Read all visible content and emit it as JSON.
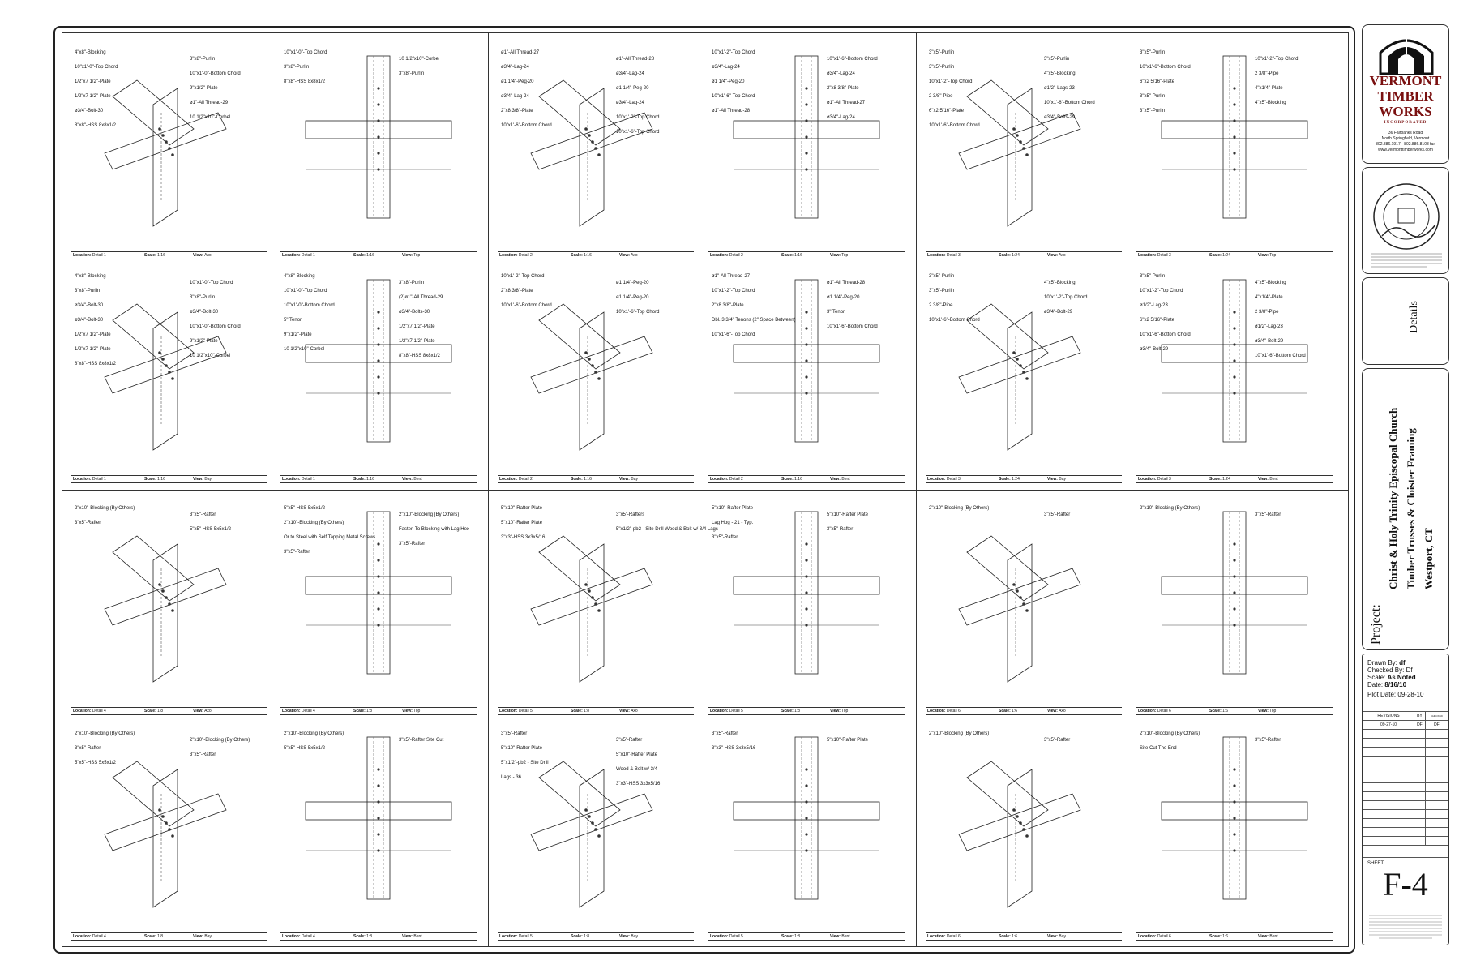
{
  "title_block": {
    "company": {
      "name_line1": "VERMONT",
      "name_line2": "TIMBER",
      "name_line3": "WORKS",
      "name_line4": "INCORPORATED",
      "address_line1": "36 Fairbanks Road",
      "address_line2": "North Springfield, Vermont",
      "phone": "802.886.1917 - 802.886.8108 fax",
      "web": "www.vermonttimberworks.com"
    },
    "sheet_section": "Details",
    "project_label": "Project:",
    "project_name_line1": "Christ & Holy Trinity Episcopal Church",
    "project_name_line2": "Timber Trusses & Cloister Framing",
    "project_location": "Westport, CT",
    "drawn_by_label": "Drawn By:",
    "drawn_by": "df",
    "checked_by_label": "Checked By:",
    "checked_by": "Df",
    "scale_label": "Scale:",
    "scale": "As Noted",
    "date_label": "Date:",
    "date": "8/16/10",
    "plot_date_label": "Plot Date:",
    "plot_date": "09-28-10",
    "revisions_label": "REVISIONS",
    "by_label": "BY",
    "chk_label": "CHECKED",
    "revision_1_date": "09-27-10",
    "revision_1_by": "DF",
    "revision_1_chk": "DF",
    "sheet_label": "SHEET",
    "sheet_number": "F-4"
  },
  "caption_labels": {
    "location": "Location:",
    "scale": "Scale:",
    "view": "View:"
  },
  "details": [
    {
      "location": "Detail 1",
      "scale": "1:16",
      "view": "Axo",
      "labels": [
        "4\"x8\"-Blocking",
        "3\"x8\"-Purlin",
        "10\"x1'-0\"-Top Chord",
        "10\"x1'-0\"-Bottom Chord",
        "1/2\"x7 1/2\"-Plate",
        "9\"x1/2\"-Plate",
        "1/2\"x7 1/2\"-Plate",
        "ø1\"-All Thread-29",
        "ø3/4\"-Bolt-30",
        "10 1/2\"x10\"-Corbel",
        "8\"x8\"-HSS 8x8x1/2"
      ]
    },
    {
      "location": "Detail 1",
      "scale": "1:16",
      "view": "Top",
      "labels": [
        "10\"x1'-0\"-Top Chord",
        "10 1/2\"x10\"-Corbel",
        "3\"x8\"-Purlin",
        "3\"x8\"-Purlin",
        "8\"x8\"-HSS 8x8x1/2"
      ]
    },
    {
      "location": "Detail 2",
      "scale": "1:16",
      "view": "Axo",
      "labels": [
        "ø1\"-All Thread-27",
        "ø1\"-All Thread-28",
        "ø3/4\"-Lag-24",
        "ø3/4\"-Lag-24",
        "ø1 1/4\"-Peg-20",
        "ø1 1/4\"-Peg-20",
        "ø3/4\"-Lag-24",
        "ø3/4\"-Lag-24",
        "2\"x8 3/8\"-Plate",
        "10\"x1'-2\"-Top Chord",
        "10\"x1'-6\"-Bottom Chord",
        "10\"x1'-6\"-Top Chord"
      ]
    },
    {
      "location": "Detail 2",
      "scale": "1:16",
      "view": "Top",
      "labels": [
        "10\"x1'-2\"-Top Chord",
        "10\"x1'-6\"-Bottom Chord",
        "ø3/4\"-Lag-24",
        "ø3/4\"-Lag-24",
        "ø1 1/4\"-Peg-20",
        "2\"x8 3/8\"-Plate",
        "10\"x1'-6\"-Top Chord",
        "ø1\"-All Thread-27",
        "ø1\"-All Thread-28",
        "ø3/4\"-Lag-24"
      ]
    },
    {
      "location": "Detail 3",
      "scale": "1:24",
      "view": "Axo",
      "labels": [
        "3\"x5\"-Purlin",
        "3\"x5\"-Purlin",
        "3\"x5\"-Purlin",
        "4\"x5\"-Blocking",
        "10\"x1'-2\"-Top Chord",
        "ø1/2\"-Lags-23",
        "2 3/8\"-Pipe",
        "10\"x1'-6\"-Bottom Chord",
        "6\"x2 5/16\"-Plate",
        "ø3/4\"-Bolts-29",
        "10\"x1'-6\"-Bottom Chord"
      ]
    },
    {
      "location": "Detail 3",
      "scale": "1:24",
      "view": "Top",
      "labels": [
        "3\"x5\"-Purlin",
        "10\"x1'-2\"-Top Chord",
        "10\"x1'-6\"-Bottom Chord",
        "2 3/8\"-Pipe",
        "6\"x2 5/16\"-Plate",
        "4\"x1/4\"-Plate",
        "3\"x5\"-Purlin",
        "4\"x5\"-Blocking",
        "3\"x5\"-Purlin"
      ]
    },
    {
      "location": "Detail 1",
      "scale": "1:16",
      "view": "Bay",
      "labels": [
        "4\"x8\"-Blocking",
        "10\"x1'-0\"-Top Chord",
        "3\"x8\"-Purlin",
        "3\"x8\"-Purlin",
        "ø3/4\"-Bolt-30",
        "ø3/4\"-Bolt-30",
        "ø3/4\"-Bolt-30",
        "10\"x1'-0\"-Bottom Chord",
        "1/2\"x7 1/2\"-Plate",
        "9\"x1/2\"-Plate",
        "1/2\"x7 1/2\"-Plate",
        "10 1/2\"x10\"-Corbel",
        "8\"x8\"-HSS 8x8x1/2"
      ]
    },
    {
      "location": "Detail 1",
      "scale": "1:16",
      "view": "Bent",
      "labels": [
        "4\"x8\"-Blocking",
        "3\"x8\"-Purlin",
        "10\"x1'-0\"-Top Chord",
        "(2)ø1\"-All Thread-29",
        "10\"x1'-0\"-Bottom Chord",
        "ø3/4\"-Bolts-30",
        "5\" Tenon",
        "1/2\"x7 1/2\"-Plate",
        "9\"x1/2\"-Plate",
        "1/2\"x7 1/2\"-Plate",
        "10 1/2\"x10\"-Corbel",
        "8\"x8\"-HSS 8x8x1/2"
      ]
    },
    {
      "location": "Detail 2",
      "scale": "1:16",
      "view": "Bay",
      "labels": [
        "10\"x1'-2\"-Top Chord",
        "ø1 1/4\"-Peg-20",
        "2\"x8 3/8\"-Plate",
        "ø1 1/4\"-Peg-20",
        "10\"x1'-6\"-Bottom Chord",
        "10\"x1'-6\"-Top Chord"
      ]
    },
    {
      "location": "Detail 2",
      "scale": "1:16",
      "view": "Bent",
      "labels": [
        "ø1\"-All Thread-27",
        "ø1\"-All Thread-28",
        "10\"x1'-2\"-Top Chord",
        "ø1 1/4\"-Peg-20",
        "2\"x8 3/8\"-Plate",
        "3\" Tenon",
        "Dbl. 3 3/4\" Tenons (2\" Space Between)",
        "10\"x1'-6\"-Bottom Chord",
        "10\"x1'-6\"-Top Chord"
      ]
    },
    {
      "location": "Detail 3",
      "scale": "1:24",
      "view": "Bay",
      "labels": [
        "3\"x5\"-Purlin",
        "4\"x5\"-Blocking",
        "3\"x5\"-Purlin",
        "10\"x1'-2\"-Top Chord",
        "2 3/8\"-Pipe",
        "ø3/4\"-Bolt-29",
        "10\"x1'-6\"-Bottom Chord"
      ]
    },
    {
      "location": "Detail 3",
      "scale": "1:24",
      "view": "Bent",
      "labels": [
        "3\"x5\"-Purlin",
        "4\"x5\"-Blocking",
        "10\"x1'-2\"-Top Chord",
        "4\"x1/4\"-Plate",
        "ø1/2\"-Lag-23",
        "2 3/8\"-Pipe",
        "6\"x2 5/16\"-Plate",
        "ø1/2\"-Lag-23",
        "10\"x1'-6\"-Bottom Chord",
        "ø3/4\"-Bolt-29",
        "ø3/4\"-Bolt-29",
        "10\"x1'-6\"-Bottom Chord"
      ]
    },
    {
      "location": "Detail 4",
      "scale": "1:8",
      "view": "Axo",
      "labels": [
        "2\"x10\"-Blocking (By Others)",
        "3\"x5\"-Rafter",
        "3\"x5\"-Rafter",
        "5\"x5\"-HSS 5x5x1/2"
      ]
    },
    {
      "location": "Detail 4",
      "scale": "1:8",
      "view": "Top",
      "labels": [
        "5\"x5\"-HSS 5x5x1/2",
        "2\"x10\"-Blocking (By Others)",
        "2\"x10\"-Blocking (By Others)",
        "Fasten To Blocking with Lag Hex",
        "Or to Steel with Self Tapping Metal Screws",
        "3\"x5\"-Rafter",
        "3\"x5\"-Rafter"
      ]
    },
    {
      "location": "Detail 5",
      "scale": "1:8",
      "view": "Axo",
      "labels": [
        "5\"x10\"-Rafter Plate",
        "3\"x5\"-Rafters",
        "5\"x10\"-Rafter Plate",
        "5\"x1/2\"-pb2 - Site Drill Wood & Bolt w/ 3/4 Lags",
        "3\"x3\"-HSS 3x3x5/16"
      ]
    },
    {
      "location": "Detail 5",
      "scale": "1:8",
      "view": "Top",
      "labels": [
        "5\"x10\"-Rafter Plate",
        "5\"x10\"-Rafter Plate",
        "Lag Hog - 21 - Typ.",
        "3\"x5\"-Rafter",
        "3\"x5\"-Rafter"
      ]
    },
    {
      "location": "Detail 6",
      "scale": "1:6",
      "view": "Axo",
      "labels": [
        "2\"x10\"-Blocking (By Others)",
        "3\"x5\"-Rafter"
      ]
    },
    {
      "location": "Detail 6",
      "scale": "1:6",
      "view": "Top",
      "labels": [
        "2\"x10\"-Blocking (By Others)",
        "3\"x5\"-Rafter"
      ]
    },
    {
      "location": "Detail 4",
      "scale": "1:8",
      "view": "Bay",
      "labels": [
        "2\"x10\"-Blocking (By Others)",
        "2\"x10\"-Blocking (By Others)",
        "3\"x5\"-Rafter",
        "3\"x5\"-Rafter",
        "5\"x5\"-HSS 5x5x1/2"
      ]
    },
    {
      "location": "Detail 4",
      "scale": "1:8",
      "view": "Bent",
      "labels": [
        "2\"x10\"-Blocking (By Others)",
        "3\"x5\"-Rafter Site Cut",
        "5\"x5\"-HSS 5x5x1/2"
      ]
    },
    {
      "location": "Detail 5",
      "scale": "1:8",
      "view": "Bay",
      "labels": [
        "3\"x5\"-Rafter",
        "3\"x5\"-Rafter",
        "5\"x10\"-Rafter Plate",
        "5\"x10\"-Rafter Plate",
        "5\"x1/2\"-pb2 - Site Drill",
        "Wood & Bolt w/ 3/4",
        "Lags - 36",
        "3\"x3\"-HSS 3x3x5/16"
      ]
    },
    {
      "location": "Detail 5",
      "scale": "1:8",
      "view": "Bent",
      "labels": [
        "3\"x5\"-Rafter",
        "5\"x10\"-Rafter Plate",
        "3\"x3\"-HSS 3x3x5/16"
      ]
    },
    {
      "location": "Detail 6",
      "scale": "1:6",
      "view": "Bay",
      "labels": [
        "2\"x10\"-Blocking (By Others)",
        "3\"x5\"-Rafter"
      ]
    },
    {
      "location": "Detail 6",
      "scale": "1:6",
      "view": "Bent",
      "labels": [
        "2\"x10\"-Blocking (By Others)",
        "3\"x5\"-Rafter",
        "Site Cut The End"
      ]
    }
  ]
}
